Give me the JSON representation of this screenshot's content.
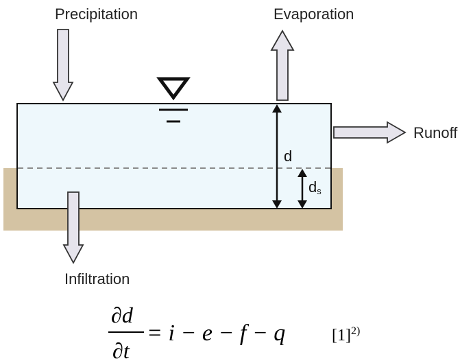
{
  "labels": {
    "precipitation": "Precipitation",
    "evaporation": "Evaporation",
    "runoff": "Runoff",
    "infiltration": "Infiltration",
    "depth": "d",
    "storage_depth": "d",
    "storage_depth_sub": "s"
  },
  "equation": {
    "numerator": "∂d",
    "denominator": "∂t",
    "rhs": "= i − e − f − q",
    "citation": "[1]",
    "citation_sup": "2)"
  },
  "colors": {
    "water": "#eef8fc",
    "soil": "#d4c3a3",
    "arrow_fill": "#e6e4ec",
    "outline": "#111111",
    "dashed_line": "#8a8a8a"
  }
}
